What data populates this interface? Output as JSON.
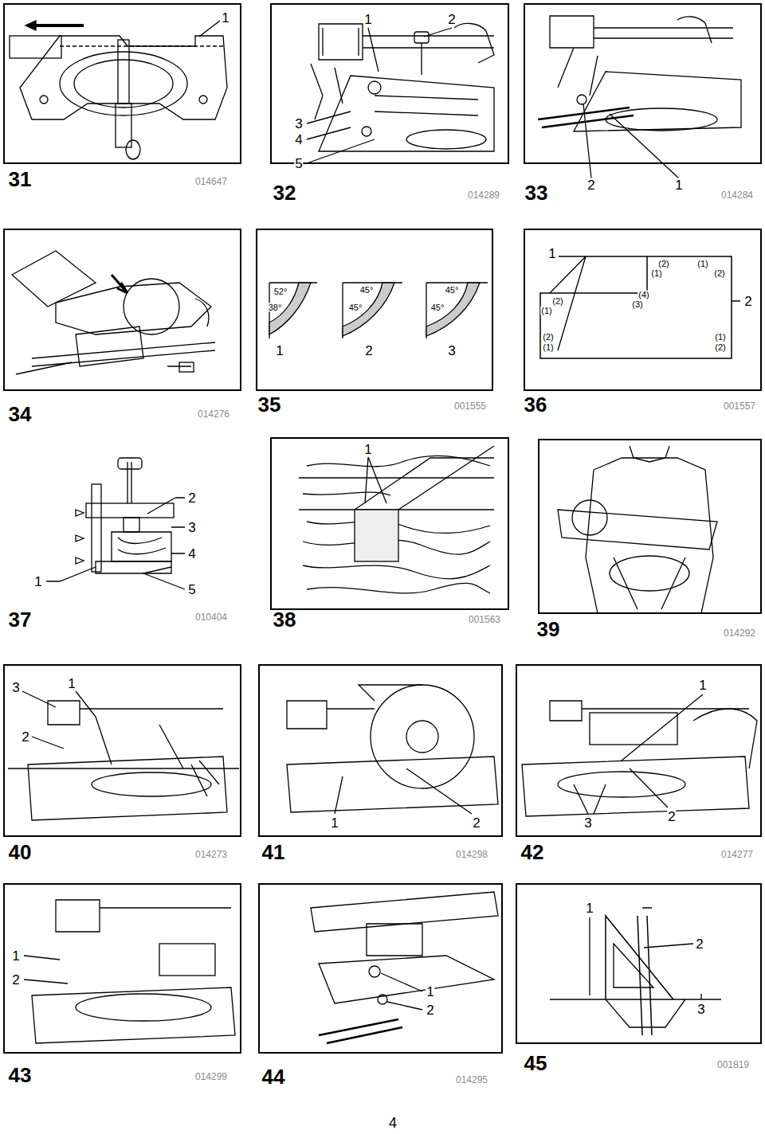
{
  "diagram": {
    "labels": [
      "1",
      "31",
      "014647",
      "1",
      "2",
      "3",
      "4",
      "5",
      "32",
      "014289",
      "2",
      "1",
      "33",
      "014284",
      "34",
      "014276",
      "52°",
      "45°",
      "45°",
      "38°",
      "45°",
      "45°",
      "1",
      "2",
      "3",
      "35",
      "001555",
      "1",
      "(2)",
      "(1)",
      "(1)",
      "(2)",
      "(2)",
      "(1)",
      "(4)",
      "(3)",
      "2",
      "(2)",
      "(1)",
      "(1)",
      "(2)",
      "36",
      "001557",
      "2",
      "3",
      "4",
      "1",
      "5",
      "37",
      "010404",
      "1",
      "38",
      "001563",
      "39",
      "014292",
      "3",
      "1",
      "2",
      "40",
      "014273",
      "1",
      "2",
      "41",
      "014298",
      "1",
      "2",
      "3",
      "42",
      "014277",
      "1",
      "2",
      "43",
      "014299",
      "1",
      "2",
      "44",
      "014295",
      "1",
      "2",
      "3",
      "45",
      "001819",
      "4"
    ]
  }
}
